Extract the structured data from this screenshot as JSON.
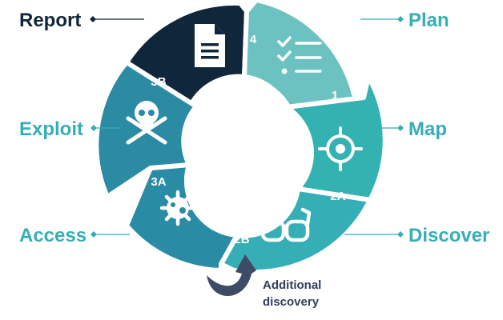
{
  "phases": {
    "plan": {
      "label": "Plan",
      "number": "1",
      "color": "#6cc2c0",
      "icon": "checklist-icon"
    },
    "map": {
      "label": "Map",
      "number": "2A",
      "color": "#34b1b1",
      "icon": "target-icon"
    },
    "discover": {
      "label": "Discover",
      "number": "2B",
      "color": "#36aeb5",
      "icon": "glasses-icon"
    },
    "access": {
      "label": "Access",
      "number": "3A",
      "color": "#2a8ba4",
      "icon": "gear-virus-icon"
    },
    "exploit": {
      "label": "Exploit",
      "number": "3B",
      "color": "#2a8ba3",
      "icon": "skull-crossbones-icon"
    },
    "report": {
      "label": "Report",
      "number": "4",
      "color": "#10273b",
      "icon": "document-icon"
    }
  },
  "label_colors": {
    "report": "#10273b",
    "teal": "#36aeb5"
  },
  "loop_arrow": {
    "line1": "Additional",
    "line2": "discovery",
    "color": "#3e4b66"
  }
}
